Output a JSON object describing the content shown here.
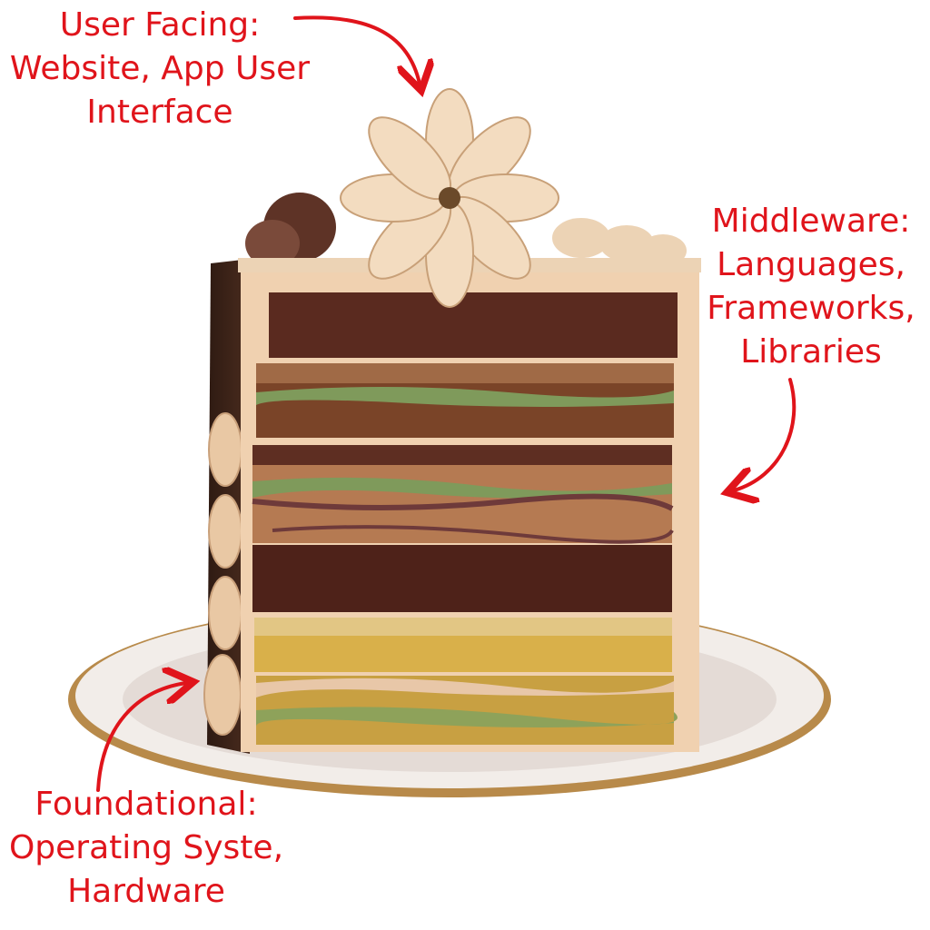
{
  "annotations": {
    "user_facing": [
      "User Facing:",
      "Website, App User",
      "Interface"
    ],
    "middleware": [
      "Middleware:",
      "Languages,",
      "Frameworks,",
      "Libraries"
    ],
    "foundational": [
      "Foundational:",
      "Operating Syste,",
      "Hardware"
    ]
  },
  "colors": {
    "annotation_text": "#e0141b",
    "arrow": "#e0141b",
    "frosting": "#f0d1b0",
    "chocolate_layer": "#5a2a1f",
    "sponge_layer": "#c98f5c",
    "yellow_layer": "#d9b04a",
    "green_streak": "#7f9a5b",
    "plate": "#eee8e4",
    "plate_rim": "#b88a4a"
  }
}
